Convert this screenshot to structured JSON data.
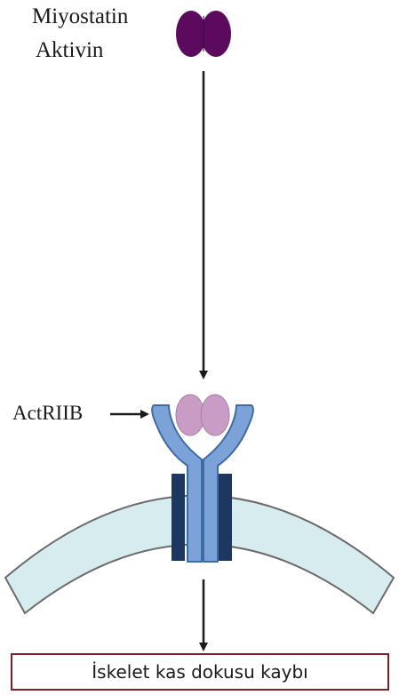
{
  "labels": {
    "ligand_line1": "Miyostatin",
    "ligand_line2": "Aktivin",
    "receptor": "ActRIIB",
    "outcome": "İskelet kas dokusu kaybı"
  },
  "colors": {
    "ligand_free": "#5b0a5e",
    "ligand_bound": "#c99cc6",
    "receptor_fill": "#7ba3d8",
    "receptor_stroke": "#3e6aa6",
    "transmembrane": "#1c3760",
    "membrane_fill": "#d7ecef",
    "membrane_stroke": "#6b6b6b",
    "arrow": "#1a1a1a",
    "outcome_border": "#7b1f2b"
  },
  "icons": {
    "ligand_dimer": "myostatin-dimer-icon",
    "receptor": "actriib-receptor-icon"
  }
}
